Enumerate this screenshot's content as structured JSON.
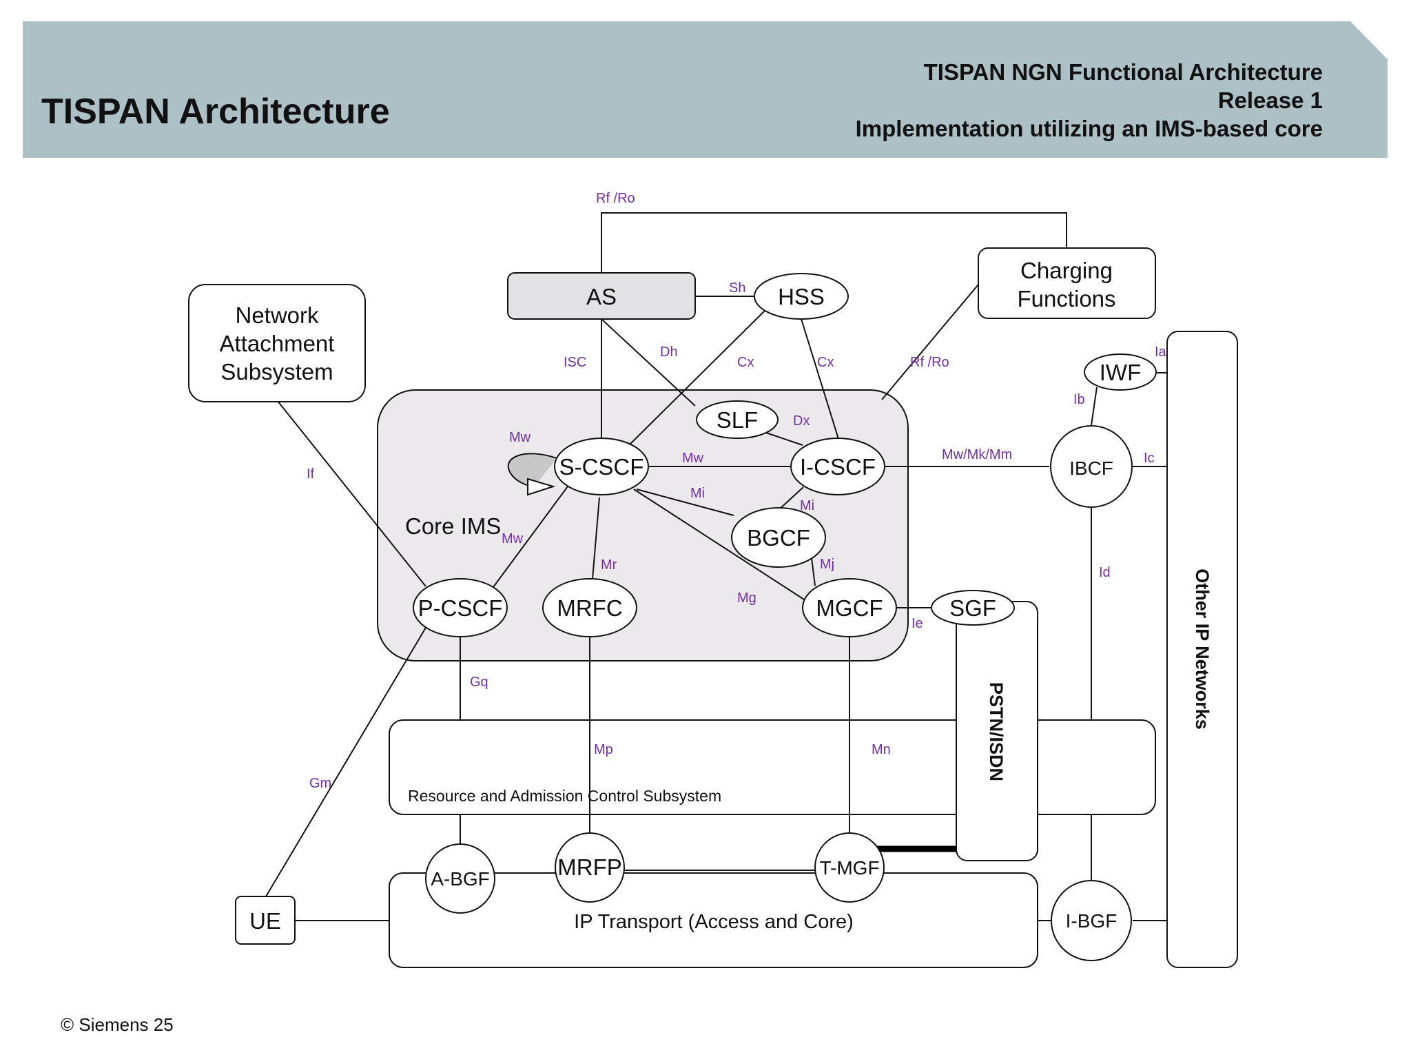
{
  "header": {
    "title": "TISPAN Architecture",
    "subtitle_lines": [
      "TISPAN NGN Functional Architecture",
      "Release 1",
      "Implementation utilizing an IMS-based core"
    ]
  },
  "footer": {
    "copyright": "© Siemens 25"
  },
  "colors": {
    "header_band": "#adc0c6",
    "region_fill": "#ebe9ec",
    "interface_label": "#7030a0",
    "box_fill_gray": "#e3e3e5"
  },
  "nodes": {
    "as": "AS",
    "hss": "HSS",
    "charging_1": "Charging",
    "charging_2": "Functions",
    "nass_1": "Network",
    "nass_2": "Attachment",
    "nass_3": "Subsystem",
    "core_ims": "Core IMS",
    "slf": "SLF",
    "s_cscf": "S-CSCF",
    "i_cscf": "I-CSCF",
    "bgcf": "BGCF",
    "p_cscf": "P-CSCF",
    "mrfc": "MRFC",
    "mgcf": "MGCF",
    "sgf": "SGF",
    "iwf": "IWF",
    "ibcf": "IBCF",
    "pstn_isdn": "PSTN/ISDN",
    "other_ip": "Other IP Networks",
    "racs": "Resource and Admission Control Subsystem",
    "a_bgf": "A-BGF",
    "mrfp": "MRFP",
    "t_mgf": "T-MGF",
    "ue": "UE",
    "ip_transport": "IP Transport (Access and Core)",
    "i_bgf": "I-BGF"
  },
  "interfaces": {
    "rf_ro_top": "Rf /Ro",
    "sh": "Sh",
    "isc": "ISC",
    "dh": "Dh",
    "cx_1": "Cx",
    "cx_2": "Cx",
    "rf_ro_2": "Rf /Ro",
    "ia": "Ia",
    "ib": "Ib",
    "dx": "Dx",
    "mw_loop": "Mw",
    "mw_si": "Mw",
    "mw_mk_mm": "Mw/Mk/Mm",
    "ic": "Ic",
    "if": "If",
    "mi_1": "Mi",
    "mi_2": "Mi",
    "mw_p": "Mw",
    "mr": "Mr",
    "mj": "Mj",
    "mg": "Mg",
    "id": "Id",
    "ie": "Ie",
    "gq": "Gq",
    "mp": "Mp",
    "mn": "Mn",
    "gm": "Gm"
  }
}
